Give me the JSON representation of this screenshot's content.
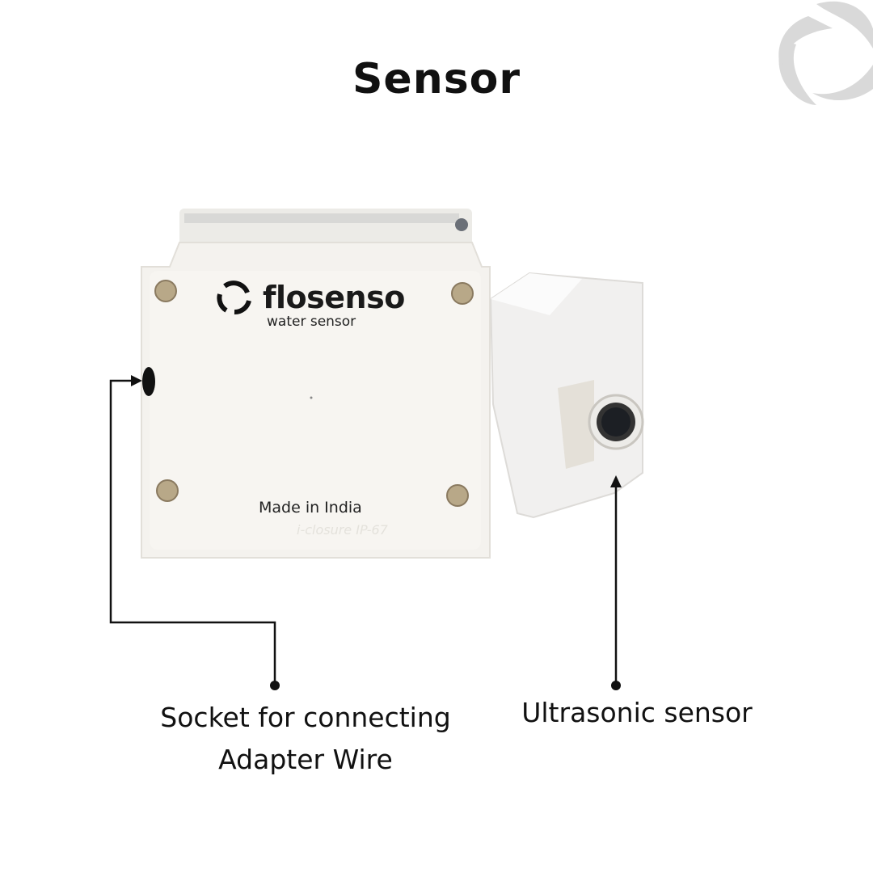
{
  "title": "Sensor",
  "device": {
    "brand": "flosenso",
    "brand_subtitle": "water sensor",
    "origin": "Made in India",
    "enclosure_mark": "i-closure IP-67"
  },
  "callouts": {
    "socket": [
      "Socket for connecting",
      "Adapter Wire"
    ],
    "ultrasonic": "Ultrasonic sensor"
  },
  "colors": {
    "text": "#111111",
    "device": "#f4f2ee",
    "watermark": "#d8d8d8"
  }
}
